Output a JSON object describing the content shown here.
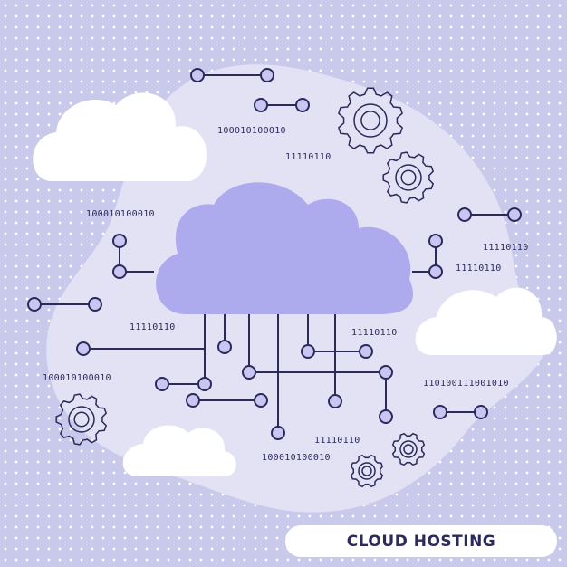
{
  "colors": {
    "background": "#c9c9eb",
    "blob": "#e3e2f5",
    "main_cloud": "#aeaaee",
    "outline": "#2b2a5a"
  },
  "binary_labels": [
    "100010100010",
    "11110110",
    "100010100010",
    "11110110",
    "11110110",
    "11110110",
    "11110110",
    "100010100010",
    "110100111001010",
    "11110110",
    "100010100010"
  ],
  "banner": {
    "title": "CLOUD HOSTING"
  }
}
